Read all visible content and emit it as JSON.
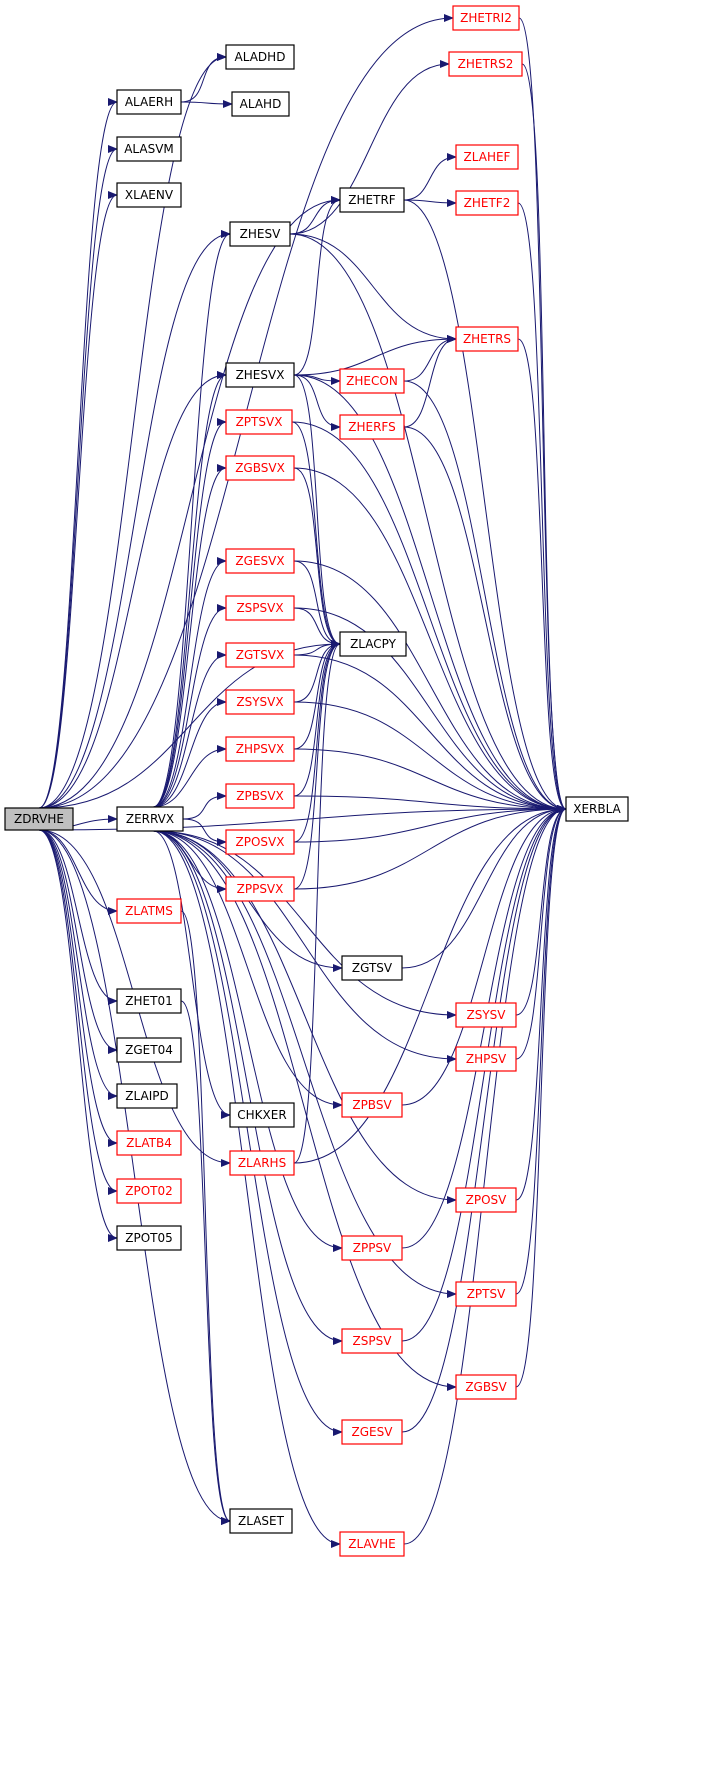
{
  "colors": {
    "edge": "#191970",
    "arrow": "#191970",
    "border_black": "#000000",
    "border_red": "#ff0000",
    "root_fill": "#bfbfbf",
    "fill": "#ffffff",
    "text_black": "#000000",
    "text_red": "#ff0000"
  },
  "nodes": [
    {
      "id": "ZDRVHE",
      "label": "ZDRVHE",
      "style": "root"
    },
    {
      "id": "ALADHD",
      "label": "ALADHD",
      "style": "black"
    },
    {
      "id": "ALAERH",
      "label": "ALAERH",
      "style": "black"
    },
    {
      "id": "ALAHD",
      "label": "ALAHD",
      "style": "black"
    },
    {
      "id": "ALASVM",
      "label": "ALASVM",
      "style": "black"
    },
    {
      "id": "XLAENV",
      "label": "XLAENV",
      "style": "black"
    },
    {
      "id": "ZHESV",
      "label": "ZHESV",
      "style": "black"
    },
    {
      "id": "ZHETRF",
      "label": "ZHETRF",
      "style": "black"
    },
    {
      "id": "ZHETRI2",
      "label": "ZHETRI2",
      "style": "red"
    },
    {
      "id": "ZHETRS2",
      "label": "ZHETRS2",
      "style": "red"
    },
    {
      "id": "ZLAHEF",
      "label": "ZLAHEF",
      "style": "red"
    },
    {
      "id": "ZHETF2",
      "label": "ZHETF2",
      "style": "red"
    },
    {
      "id": "ZHETRS",
      "label": "ZHETRS",
      "style": "red"
    },
    {
      "id": "ZHESVX",
      "label": "ZHESVX",
      "style": "black"
    },
    {
      "id": "ZHECON",
      "label": "ZHECON",
      "style": "red"
    },
    {
      "id": "ZHERFS",
      "label": "ZHERFS",
      "style": "red"
    },
    {
      "id": "ZPTSVX",
      "label": "ZPTSVX",
      "style": "red"
    },
    {
      "id": "ZGBSVX",
      "label": "ZGBSVX",
      "style": "red"
    },
    {
      "id": "ZGESVX",
      "label": "ZGESVX",
      "style": "red"
    },
    {
      "id": "ZSPSVX",
      "label": "ZSPSVX",
      "style": "red"
    },
    {
      "id": "ZGTSVX",
      "label": "ZGTSVX",
      "style": "red"
    },
    {
      "id": "ZLACPY",
      "label": "ZLACPY",
      "style": "black"
    },
    {
      "id": "ZSYSVX",
      "label": "ZSYSVX",
      "style": "red"
    },
    {
      "id": "ZHPSVX",
      "label": "ZHPSVX",
      "style": "red"
    },
    {
      "id": "ZPBSVX",
      "label": "ZPBSVX",
      "style": "red"
    },
    {
      "id": "ZPOSVX",
      "label": "ZPOSVX",
      "style": "red"
    },
    {
      "id": "ZPPSVX",
      "label": "ZPPSVX",
      "style": "red"
    },
    {
      "id": "XERBLA",
      "label": "XERBLA",
      "style": "black"
    },
    {
      "id": "ZERRVX",
      "label": "ZERRVX",
      "style": "black"
    },
    {
      "id": "ZLATMS",
      "label": "ZLATMS",
      "style": "red"
    },
    {
      "id": "ZGTSV",
      "label": "ZGTSV",
      "style": "black"
    },
    {
      "id": "ZSYSV",
      "label": "ZSYSV",
      "style": "red"
    },
    {
      "id": "ZHET01",
      "label": "ZHET01",
      "style": "black"
    },
    {
      "id": "ZHPSV",
      "label": "ZHPSV",
      "style": "red"
    },
    {
      "id": "ZGET04",
      "label": "ZGET04",
      "style": "black"
    },
    {
      "id": "ZLAIPD",
      "label": "ZLAIPD",
      "style": "black"
    },
    {
      "id": "CHKXER",
      "label": "CHKXER",
      "style": "black"
    },
    {
      "id": "ZPBSV",
      "label": "ZPBSV",
      "style": "red"
    },
    {
      "id": "ZLATB4",
      "label": "ZLATB4",
      "style": "red"
    },
    {
      "id": "ZLARHS",
      "label": "ZLARHS",
      "style": "red"
    },
    {
      "id": "ZPOT02",
      "label": "ZPOT02",
      "style": "red"
    },
    {
      "id": "ZPOSV",
      "label": "ZPOSV",
      "style": "red"
    },
    {
      "id": "ZPOT05",
      "label": "ZPOT05",
      "style": "black"
    },
    {
      "id": "ZPPSV",
      "label": "ZPPSV",
      "style": "red"
    },
    {
      "id": "ZPTSV",
      "label": "ZPTSV",
      "style": "red"
    },
    {
      "id": "ZSPSV",
      "label": "ZSPSV",
      "style": "red"
    },
    {
      "id": "ZGBSV",
      "label": "ZGBSV",
      "style": "red"
    },
    {
      "id": "ZGESV",
      "label": "ZGESV",
      "style": "red"
    },
    {
      "id": "ZLASET",
      "label": "ZLASET",
      "style": "black"
    },
    {
      "id": "ZLAVHE",
      "label": "ZLAVHE",
      "style": "red"
    }
  ],
  "edges": [
    [
      "ZDRVHE",
      "ALADHD"
    ],
    [
      "ZDRVHE",
      "ALAERH"
    ],
    [
      "ZDRVHE",
      "ALASVM"
    ],
    [
      "ZDRVHE",
      "XLAENV"
    ],
    [
      "ZDRVHE",
      "ZHESV"
    ],
    [
      "ZDRVHE",
      "ZHETRF"
    ],
    [
      "ZDRVHE",
      "ZHETRI2"
    ],
    [
      "ZDRVHE",
      "ZHESVX"
    ],
    [
      "ZDRVHE",
      "ZLACPY"
    ],
    [
      "ZDRVHE",
      "XERBLA"
    ],
    [
      "ZDRVHE",
      "ZERRVX"
    ],
    [
      "ZDRVHE",
      "ZLATMS"
    ],
    [
      "ZDRVHE",
      "ZHET01"
    ],
    [
      "ZDRVHE",
      "ZGET04"
    ],
    [
      "ZDRVHE",
      "ZLAIPD"
    ],
    [
      "ZDRVHE",
      "ZLATB4"
    ],
    [
      "ZDRVHE",
      "ZLARHS"
    ],
    [
      "ZDRVHE",
      "ZPOT02"
    ],
    [
      "ZDRVHE",
      "ZPOT05"
    ],
    [
      "ZDRVHE",
      "ZLASET"
    ],
    [
      "ALAERH",
      "ALADHD"
    ],
    [
      "ALAERH",
      "ALAHD"
    ],
    [
      "ZHESV",
      "ZHETRF"
    ],
    [
      "ZHESV",
      "ZHETRS2"
    ],
    [
      "ZHESV",
      "ZHETRS"
    ],
    [
      "ZHESV",
      "XERBLA"
    ],
    [
      "ZHETRF",
      "ZLAHEF"
    ],
    [
      "ZHETRF",
      "ZHETF2"
    ],
    [
      "ZHETRF",
      "XERBLA"
    ],
    [
      "ZHETRI2",
      "XERBLA"
    ],
    [
      "ZHETRS2",
      "XERBLA"
    ],
    [
      "ZHETF2",
      "XERBLA"
    ],
    [
      "ZHETRS",
      "XERBLA"
    ],
    [
      "ZHESVX",
      "ZHETRF"
    ],
    [
      "ZHESVX",
      "ZHETRS"
    ],
    [
      "ZHESVX",
      "ZHECON"
    ],
    [
      "ZHESVX",
      "ZHERFS"
    ],
    [
      "ZHESVX",
      "ZLACPY"
    ],
    [
      "ZHESVX",
      "XERBLA"
    ],
    [
      "ZHECON",
      "ZHETRS"
    ],
    [
      "ZHECON",
      "XERBLA"
    ],
    [
      "ZHERFS",
      "ZHETRS"
    ],
    [
      "ZHERFS",
      "XERBLA"
    ],
    [
      "ZPTSVX",
      "ZLACPY"
    ],
    [
      "ZPTSVX",
      "XERBLA"
    ],
    [
      "ZGBSVX",
      "ZLACPY"
    ],
    [
      "ZGBSVX",
      "XERBLA"
    ],
    [
      "ZGESVX",
      "ZLACPY"
    ],
    [
      "ZGESVX",
      "XERBLA"
    ],
    [
      "ZSPSVX",
      "ZLACPY"
    ],
    [
      "ZSPSVX",
      "XERBLA"
    ],
    [
      "ZGTSVX",
      "ZLACPY"
    ],
    [
      "ZGTSVX",
      "XERBLA"
    ],
    [
      "ZSYSVX",
      "ZLACPY"
    ],
    [
      "ZSYSVX",
      "XERBLA"
    ],
    [
      "ZHPSVX",
      "ZLACPY"
    ],
    [
      "ZHPSVX",
      "XERBLA"
    ],
    [
      "ZPBSVX",
      "ZLACPY"
    ],
    [
      "ZPBSVX",
      "XERBLA"
    ],
    [
      "ZPOSVX",
      "ZLACPY"
    ],
    [
      "ZPOSVX",
      "XERBLA"
    ],
    [
      "ZPPSVX",
      "ZLACPY"
    ],
    [
      "ZPPSVX",
      "XERBLA"
    ],
    [
      "ZERRVX",
      "ZHESV"
    ],
    [
      "ZERRVX",
      "ZHESVX"
    ],
    [
      "ZERRVX",
      "ZPTSVX"
    ],
    [
      "ZERRVX",
      "ZGBSVX"
    ],
    [
      "ZERRVX",
      "ZGESVX"
    ],
    [
      "ZERRVX",
      "ZSPSVX"
    ],
    [
      "ZERRVX",
      "ZGTSVX"
    ],
    [
      "ZERRVX",
      "ZSYSVX"
    ],
    [
      "ZERRVX",
      "ZHPSVX"
    ],
    [
      "ZERRVX",
      "ZPBSVX"
    ],
    [
      "ZERRVX",
      "ZPOSVX"
    ],
    [
      "ZERRVX",
      "ZPPSVX"
    ],
    [
      "ZERRVX",
      "ZGTSV"
    ],
    [
      "ZERRVX",
      "ZSYSV"
    ],
    [
      "ZERRVX",
      "ZHPSV"
    ],
    [
      "ZERRVX",
      "CHKXER"
    ],
    [
      "ZERRVX",
      "ZPBSV"
    ],
    [
      "ZERRVX",
      "ZPOSV"
    ],
    [
      "ZERRVX",
      "ZPPSV"
    ],
    [
      "ZERRVX",
      "ZPTSV"
    ],
    [
      "ZERRVX",
      "ZSPSV"
    ],
    [
      "ZERRVX",
      "ZGBSV"
    ],
    [
      "ZERRVX",
      "ZGESV"
    ],
    [
      "ZERRVX",
      "ZLAVHE"
    ],
    [
      "ZLATMS",
      "ZLASET"
    ],
    [
      "ZHET01",
      "ZLASET"
    ],
    [
      "ZLARHS",
      "ZLACPY"
    ],
    [
      "ZLARHS",
      "XERBLA"
    ],
    [
      "ZGTSV",
      "XERBLA"
    ],
    [
      "ZSYSV",
      "XERBLA"
    ],
    [
      "ZHPSV",
      "XERBLA"
    ],
    [
      "ZPBSV",
      "XERBLA"
    ],
    [
      "ZPOSV",
      "XERBLA"
    ],
    [
      "ZPPSV",
      "XERBLA"
    ],
    [
      "ZPTSV",
      "XERBLA"
    ],
    [
      "ZSPSV",
      "XERBLA"
    ],
    [
      "ZGBSV",
      "XERBLA"
    ],
    [
      "ZGESV",
      "XERBLA"
    ],
    [
      "ZLAVHE",
      "XERBLA"
    ]
  ]
}
